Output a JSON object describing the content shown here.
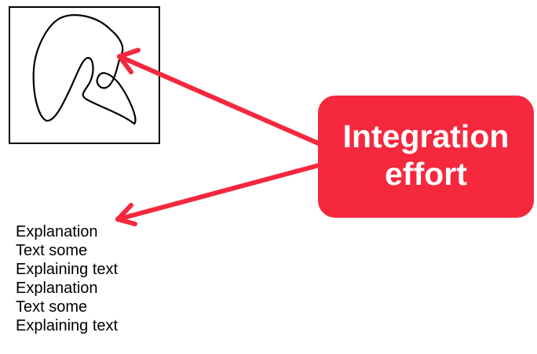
{
  "colors": {
    "accent": "#f5283e",
    "callout_text": "#ffffff",
    "text": "#000000"
  },
  "figure": {
    "content": "hand-drawn squiggle shape in a square frame"
  },
  "callout": {
    "lines": [
      "Integration",
      "effort"
    ]
  },
  "explanation": {
    "lines": [
      "Explanation",
      "Text some",
      "Explaining text",
      "Explanation",
      "Text some",
      "Explaining text"
    ]
  }
}
